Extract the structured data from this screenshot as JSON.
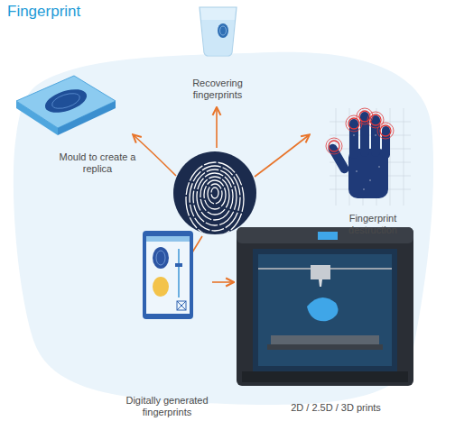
{
  "diagram": {
    "title": "Fingerprint",
    "nodes": [
      {
        "text": [
          "Recovering fingerprints"
        ]
      },
      {
        "text": [
          "Mould to create a replica"
        ]
      },
      {
        "text": [
          "Fingerprint destruction"
        ]
      },
      {
        "text": [
          "Digitally generated fingerprints"
        ]
      },
      {
        "text": [
          "2D / 2.5D / 3D prints"
        ]
      }
    ],
    "edges": [
      {
        "from": 3,
        "to": 4,
        "arrow": "to"
      }
    ]
  }
}
